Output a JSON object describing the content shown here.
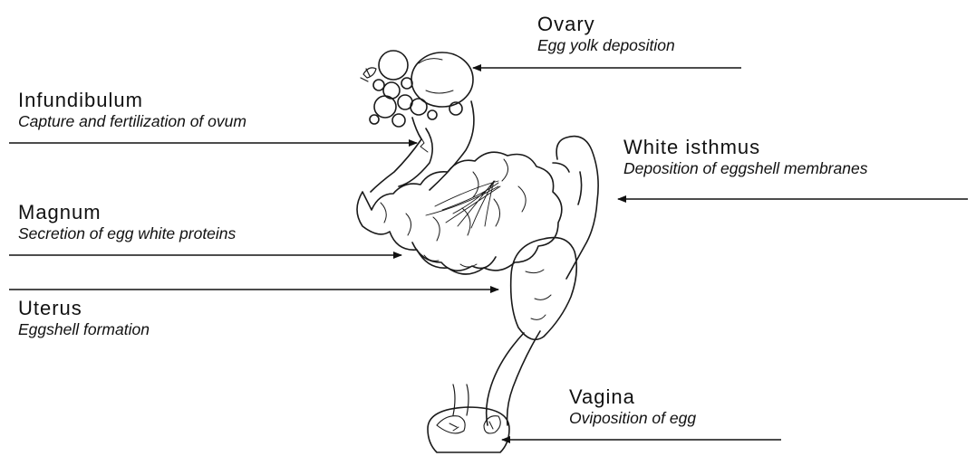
{
  "labels": [
    {
      "id": "ovary",
      "name": "Ovary",
      "function": "Egg yolk deposition"
    },
    {
      "id": "infundibulum",
      "name": "Infundibulum",
      "function": "Capture and fertilization of ovum"
    },
    {
      "id": "white-isthmus",
      "name": "White isthmus",
      "function": "Deposition of eggshell membranes"
    },
    {
      "id": "magnum",
      "name": "Magnum",
      "function": "Secretion of egg white proteins"
    },
    {
      "id": "uterus",
      "name": "Uterus",
      "function": "Eggshell formation"
    },
    {
      "id": "vagina",
      "name": "Vagina",
      "function": "Oviposition of egg"
    }
  ]
}
